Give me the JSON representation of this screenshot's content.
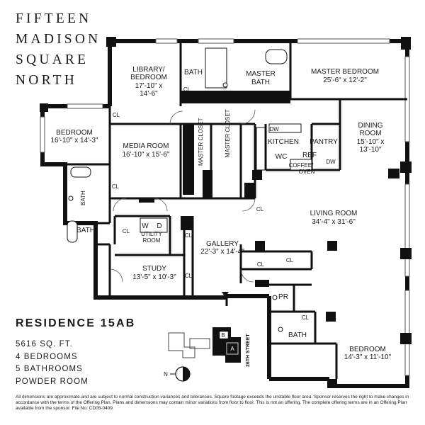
{
  "brand": {
    "lines": [
      "FIFTEEN",
      "MADISON",
      "SQUARE",
      "NORTH"
    ]
  },
  "residence": {
    "title": "RESIDENCE 15AB"
  },
  "facts": [
    "5616 SQ. FT.",
    "4 BEDROOMS",
    "5 BATHROOMS",
    "POWDER ROOM"
  ],
  "rooms": {
    "library_a": "LIBRARY/",
    "library_b": "BEDROOM",
    "library_c": "17'-10\" x",
    "library_d": "14'-6\"",
    "bath_top": "BATH",
    "master_bath_a": "MASTER",
    "master_bath_b": "BATH",
    "master_bed_a": "MASTER BEDROOM",
    "master_bed_b": "25'-6\" x 12'-2\"",
    "bedroom_w_a": "BEDROOM",
    "bedroom_w_b": "16'-10\" x 14'-3\"",
    "media_a": "MEDIA ROOM",
    "media_b": "16'-10\" x 15'-6\"",
    "master_closet_1": "MASTER CLOSET",
    "master_closet_2": "MASTER CLOSET",
    "kitchen": "KITCHEN",
    "pantry": "PANTRY",
    "wc": "WC",
    "ref": "REF",
    "coffee_a": "COFFEE/",
    "coffee_b": "OVEN",
    "dining_a": "DINING",
    "dining_b": "ROOM",
    "dining_c": "15'-10\" x",
    "dining_d": "13'-10\"",
    "bath_w": "BATH",
    "bath_sw": "BATH",
    "utility_a": "UTILITY",
    "utility_b": "ROOM",
    "w": "W",
    "d": "D",
    "gallery_a": "GALLERY",
    "gallery_b": "22'-3\" x 14'-4\"",
    "living_a": "LIVING ROOM",
    "living_b": "34'-4\" x 31'-6\"",
    "study_a": "STUDY",
    "study_b": "13'-5\" x 10'-3\"",
    "pr": "PR",
    "bath_se": "BATH",
    "bedroom_se_a": "BEDROOM",
    "bedroom_se_b": "14'-3\" x 11'-10\"",
    "cl": "CL",
    "dw": "DW"
  },
  "keyplan": {
    "unit_b": "B",
    "unit_a": "A",
    "street": "26TH STREET",
    "north": "N"
  },
  "disclaimer": "All dimensions are approximate and are subject to normal construction variances and tolerances. Square footage exceeds the unstable floor area. Sponsor reserves the right to make changes in accordance with the terms of the Offering Plan. Plans and dimensions may contain minor variations from floor to floor. This is not an offering. The complete offering terms are in an Offering Plan available from the sponsor. File No. CD05-0409."
}
